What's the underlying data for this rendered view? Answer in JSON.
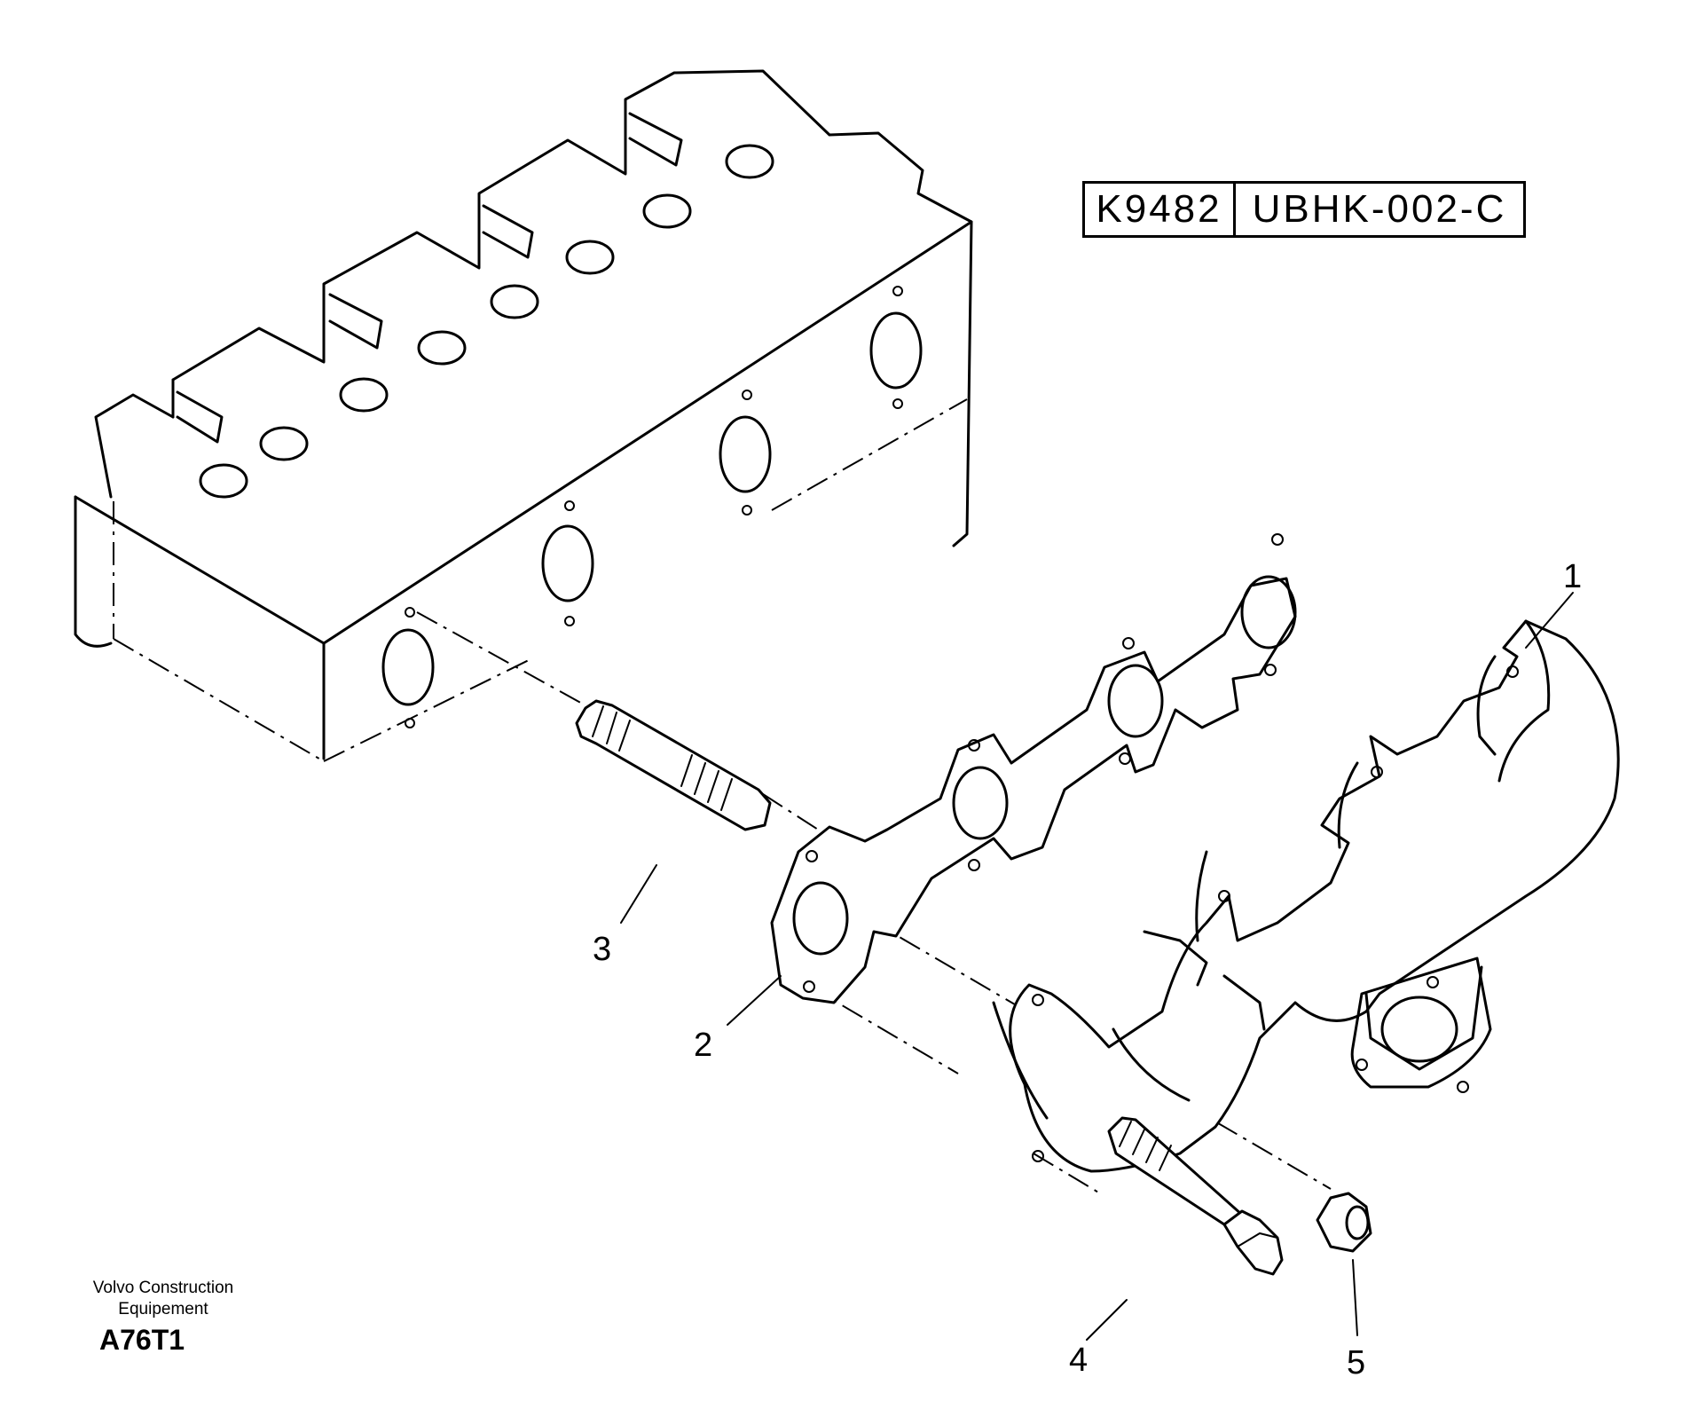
{
  "reference": {
    "number": "K9482",
    "code": "UBHK-002-C"
  },
  "callouts": [
    "1",
    "2",
    "3",
    "4",
    "5"
  ],
  "footer": {
    "maker_line1": "Volvo Construction",
    "maker_line2": "Equipement",
    "illustration_code": "A76T1"
  }
}
